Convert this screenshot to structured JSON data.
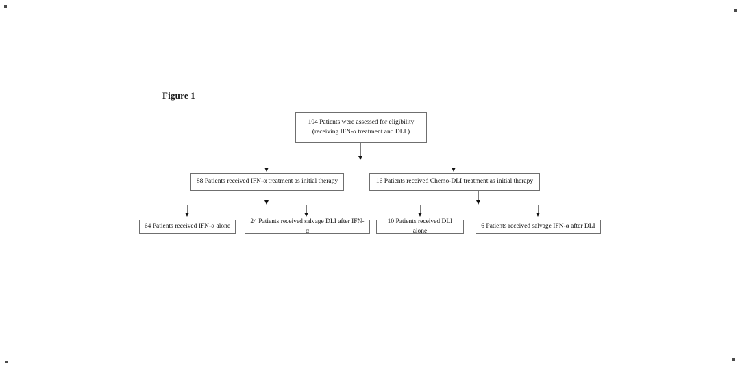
{
  "figure": {
    "label": "Figure 1"
  },
  "flowchart": {
    "type": "consort-flow-diagram",
    "nodes": {
      "root": {
        "count": 104,
        "line1": "104 Patients were assessed for eligibility",
        "line2": "(receiving IFN-α treatment and DLI )"
      },
      "level2": [
        {
          "id": "ifn-initial",
          "count": 88,
          "text": "88 Patients received IFN-α treatment as initial therapy"
        },
        {
          "id": "chemo-dli-initial",
          "count": 16,
          "text": "16 Patients received Chemo-DLI treatment as initial therapy"
        }
      ],
      "level3": [
        {
          "id": "ifn-alone",
          "count": 64,
          "text": "64 Patients received IFN-α alone"
        },
        {
          "id": "salvage-dli-after-ifn",
          "count": 24,
          "text": "24 Patients received salvage DLI after IFN-α"
        },
        {
          "id": "dli-alone",
          "count": 10,
          "text": "10 Patients received DLI alone"
        },
        {
          "id": "salvage-ifn-after-dli",
          "count": 6,
          "text": "6 Patients received salvage IFN-α after DLI"
        }
      ]
    },
    "colors": {
      "box_border": "#6f6f6f",
      "connector": "#7d7d7d",
      "arrow_head": "#111111",
      "text": "#141414",
      "background": "#ffffff"
    }
  }
}
